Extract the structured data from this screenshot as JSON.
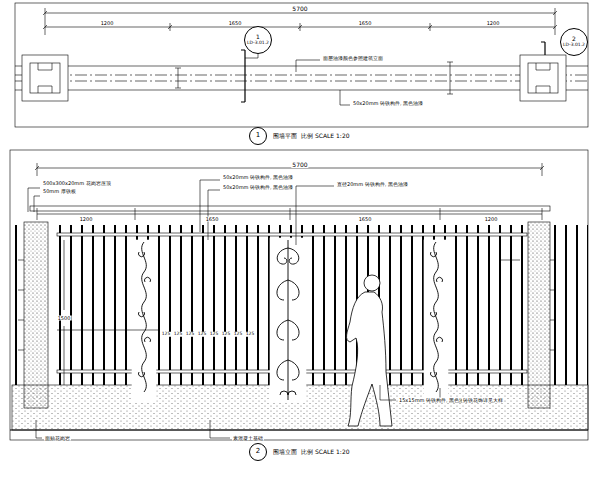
{
  "diagram": {
    "nodes": [
      {
        "text": [
          "1",
          "LD-3.01.2"
        ]
      },
      {
        "text": [
          "2",
          "LD-3.01.2"
        ]
      },
      {
        "text": [
          "1"
        ]
      },
      {
        "text": [
          "2"
        ]
      }
    ],
    "labels": [
      "5700",
      "1200",
      "1650",
      "1650",
      "1200",
      "面层油漆颜色参照建筑立面",
      "50x20mm 铸铁构件, 黑色油漆",
      "围墙平面",
      "比例 SCALE 1:20",
      "5700",
      "1200",
      "1650",
      "1650",
      "1200",
      "500x300x20mm 花岗岩压顶",
      "50mm 厚铁板",
      "50x20mm 铸铁构件, 黑色油漆",
      "50x20mm 铸铁构件, 黑色油漆",
      "直径20mm 铸铁构件, 黑色油漆",
      "125",
      "125",
      "125",
      "125",
      "125",
      "125",
      "125",
      "125",
      "1500",
      "15x15mm 铸铁构件, 黑色油漆",
      "铸铁花饰详见大样",
      "面贴花岗岩",
      "素混凝土基础",
      "围墙立面",
      "比例 SCALE 1:20"
    ]
  }
}
